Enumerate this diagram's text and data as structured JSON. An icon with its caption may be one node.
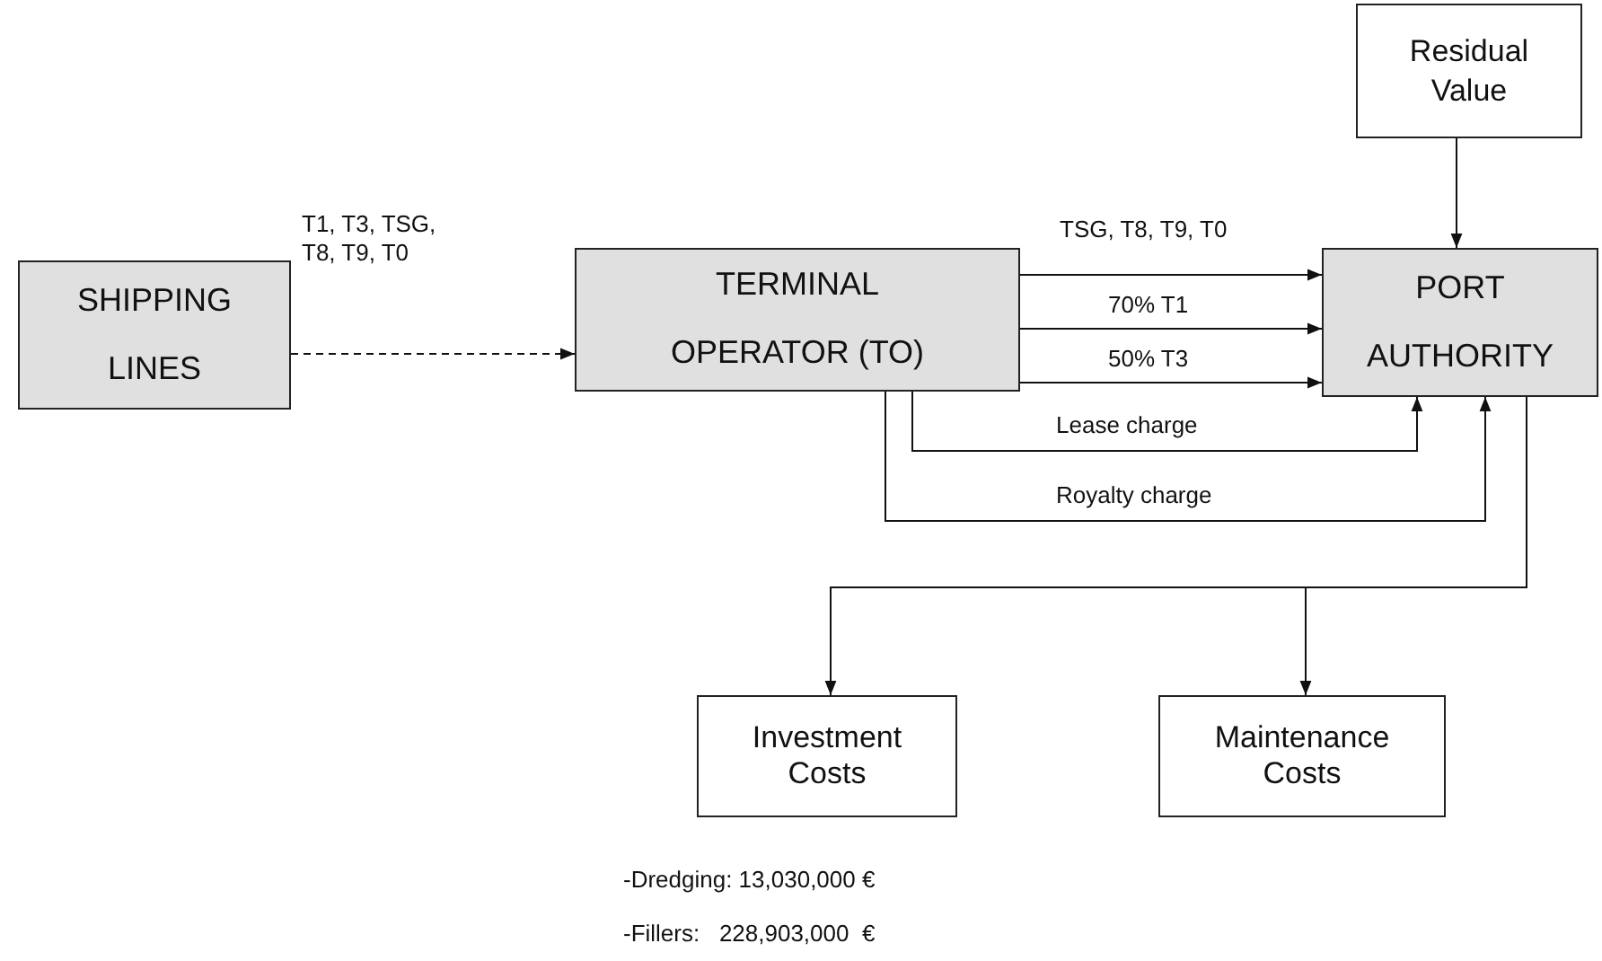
{
  "diagram": {
    "nodes": [
      {
        "text": [
          "SHIPPING LINES"
        ]
      },
      {
        "text": [
          "TERMINAL OPERATOR (TO)"
        ]
      },
      {
        "text": [
          "PORT AUTHORITY"
        ]
      },
      {
        "text": [
          "Residual Value"
        ]
      },
      {
        "text": [
          "Investment Costs"
        ]
      },
      {
        "text": [
          "Maintenance Costs"
        ]
      }
    ],
    "edges": [
      {
        "from": 0,
        "to": 1,
        "arrow": "to",
        "label": "T1, T3, TSG, T8, T9, T0",
        "style": "dashed"
      },
      {
        "from": 1,
        "to": 2,
        "arrow": "to",
        "label": "TSG, T8, T9, T0"
      },
      {
        "from": 1,
        "to": 2,
        "arrow": "to",
        "label": "70% T1"
      },
      {
        "from": 1,
        "to": 2,
        "arrow": "to",
        "label": "50% T3"
      },
      {
        "from": 1,
        "to": 2,
        "arrow": "to",
        "label": "Lease charge"
      },
      {
        "from": 1,
        "to": 2,
        "arrow": "to",
        "label": "Royalty charge"
      },
      {
        "from": 3,
        "to": 2,
        "arrow": "to"
      },
      {
        "from": 2,
        "to": 4,
        "arrow": "to"
      },
      {
        "from": 2,
        "to": 5,
        "arrow": "to"
      }
    ],
    "labels": [
      "-Dredging: 13,030,000 €",
      "-Fillers:   228,903,000  €"
    ]
  }
}
